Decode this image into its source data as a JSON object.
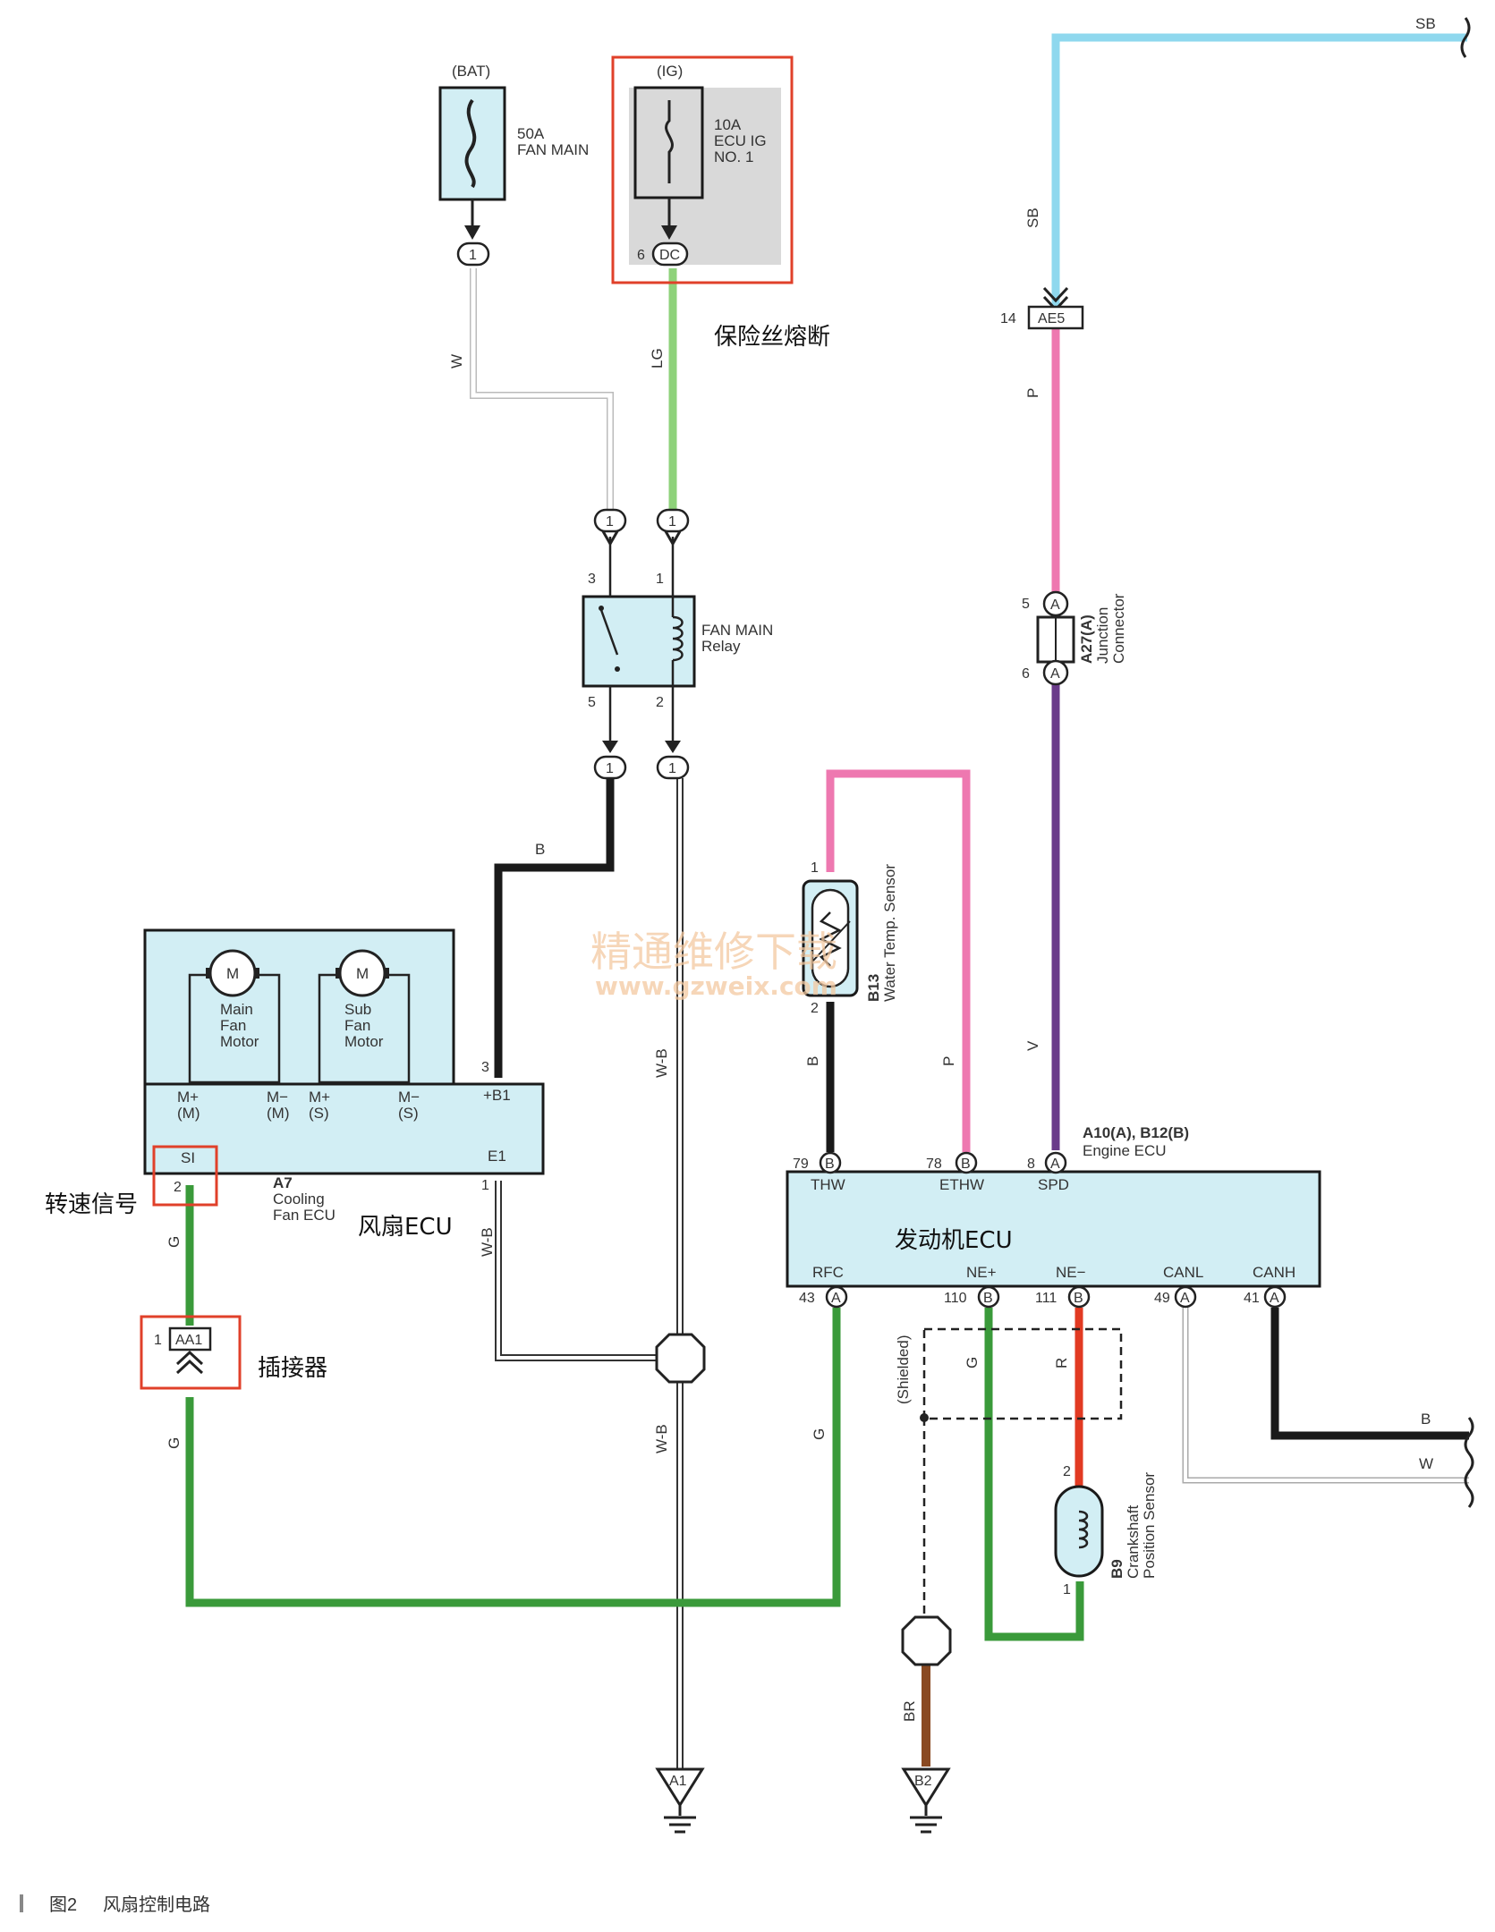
{
  "labels": {
    "bat": "(BAT)",
    "ig": "(IG)",
    "fuse_bat_amp": "50A",
    "fuse_bat_name": "FAN MAIN",
    "fuse_ig_amp": "10A",
    "fuse_ig_l2": "ECU IG",
    "fuse_ig_l3": "NO. 1",
    "relay_l1": "FAN MAIN",
    "relay_l2": "Relay",
    "ae5": "AE5",
    "aa1": "AA1",
    "dc": "DC",
    "a27_code": "A27(A)",
    "a27_l1": "Junction",
    "a27_l2": "Connector",
    "b13_code": "B13",
    "b13_l1": "Water Temp. Sensor",
    "b9_code": "B9",
    "b9_l1": "Crankshaft",
    "b9_l2": "Position Sensor",
    "shielded": "(Shielded)",
    "a7": "A7",
    "cooling_fan_ecu_l1": "Cooling",
    "cooling_fan_ecu_l2": "Fan ECU",
    "engine_ecu_code": "A10(A), B12(B)",
    "engine_ecu_name": "Engine ECU",
    "main_motor_l1": "Main",
    "main_motor_l2": "Fan",
    "main_motor_l3": "Motor",
    "sub_motor_l1": "Sub",
    "sub_motor_l2": "Fan",
    "sub_motor_l3": "Motor",
    "motor_m": "M",
    "ground_a1": "A1",
    "ground_b2": "B2"
  },
  "fan_ecu_pins": {
    "m_plus_m": "M+",
    "m_plus_m_sub": "(M)",
    "m_minus_m": "M−",
    "m_minus_m_sub": "(M)",
    "m_plus_s": "M+",
    "m_plus_s_sub": "(S)",
    "m_minus_s": "M−",
    "m_minus_s_sub": "(S)",
    "b1": "+B1",
    "e1": "E1",
    "si": "SI"
  },
  "engine_ecu_pins": {
    "thw": "THW",
    "ethw": "ETHW",
    "spd": "SPD",
    "rfc": "RFC",
    "ne_plus": "NE+",
    "ne_minus": "NE−",
    "canl": "CANL",
    "canh": "CANH"
  },
  "pin_numbers": {
    "p6": "6",
    "p14": "14",
    "p5": "5",
    "p6b": "6",
    "p3": "3",
    "p1": "1",
    "p5r": "5",
    "p2r": "2",
    "p1r": "1",
    "p3e": "3",
    "p1e": "1",
    "p2e": "2",
    "p1aa": "1",
    "p79": "79",
    "p78": "78",
    "p8": "8",
    "p43": "43",
    "p110": "110",
    "p111": "111",
    "p49": "49",
    "p41": "41",
    "p1s": "1",
    "p2s": "2",
    "p2b9": "2",
    "p1b9": "1",
    "conn1": "1",
    "connA": "A",
    "connB": "B"
  },
  "wire_colors": {
    "W": "W",
    "LG": "LG",
    "SB": "SB",
    "P": "P",
    "V": "V",
    "B": "B",
    "WB": "W-B",
    "G": "G",
    "R": "R",
    "BR": "BR"
  },
  "colors": {
    "sb": "#8fd8ee",
    "pink": "#ee78b0",
    "purple": "#6a3b8a",
    "green": "#3a9a3a",
    "lightgreen": "#8ed27a",
    "red": "#e23a22",
    "brown": "#8a4a22",
    "black": "#1a1a1a",
    "ecu_fill": "#d2eef4",
    "highlight": "#e0402a"
  },
  "annotations": {
    "fuse_blown": "保险丝熔断",
    "speed_signal": "转速信号",
    "fan_ecu": "风扇ECU",
    "engine_ecu": "发动机ECU",
    "connector": "插接器"
  },
  "watermark": {
    "cn": "精通维修下载",
    "url": "www.gzweix.com"
  },
  "caption": {
    "figure": "图2",
    "title": "风扇控制电路"
  }
}
